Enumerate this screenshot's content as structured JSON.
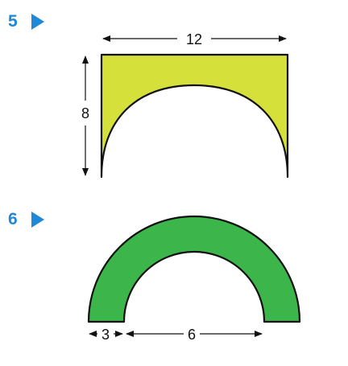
{
  "problems": [
    {
      "number": "5",
      "marker_icon": "right-triangle-icon",
      "shape": "rectangle with semicircle removed from bottom",
      "fill_color": "#d6e03a",
      "width_label": "12",
      "height_label": "8"
    },
    {
      "number": "6",
      "marker_icon": "right-triangle-icon",
      "shape": "semicircular ring (half annulus)",
      "fill_color": "#3cb54a",
      "ring_width_label": "3",
      "inner_diameter_label": "6"
    }
  ],
  "colors": {
    "number_accent": "#1f88d9",
    "outline": "#111111"
  }
}
